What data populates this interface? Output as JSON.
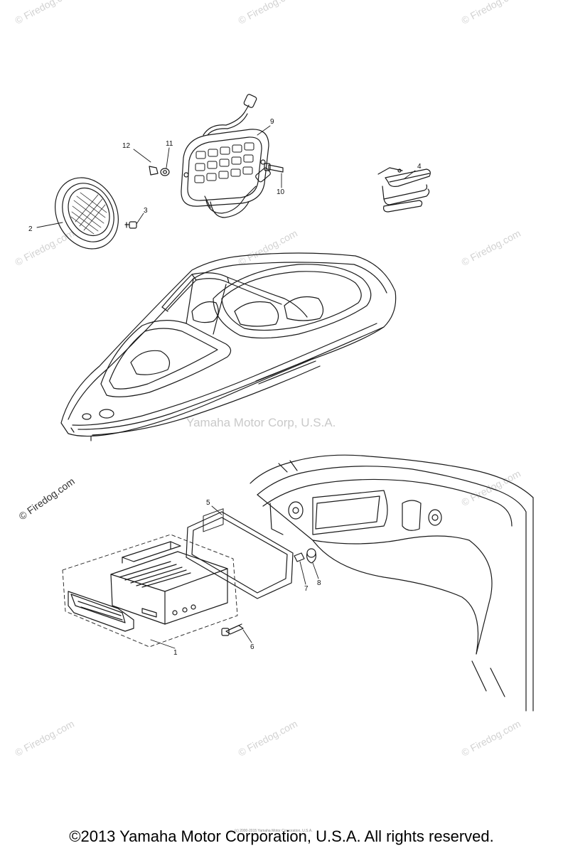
{
  "watermarks": {
    "firedog": "© Firedog.com",
    "firedog_side": "© Firedog.com",
    "center": "Yamaha Motor Corp, U.S.A."
  },
  "callouts": {
    "c1": "1",
    "c2": "2",
    "c3": "3",
    "c4": "4",
    "c5": "5",
    "c6": "6",
    "c7": "7",
    "c8": "8",
    "c9": "9",
    "c10": "10",
    "c11": "11",
    "c12": "12"
  },
  "fine_print": "(c) 2000-2015 Yamaha Motor Corporation, U.S.A.",
  "footer": "©2013 Yamaha Motor Corporation, U.S.A. All rights reserved."
}
